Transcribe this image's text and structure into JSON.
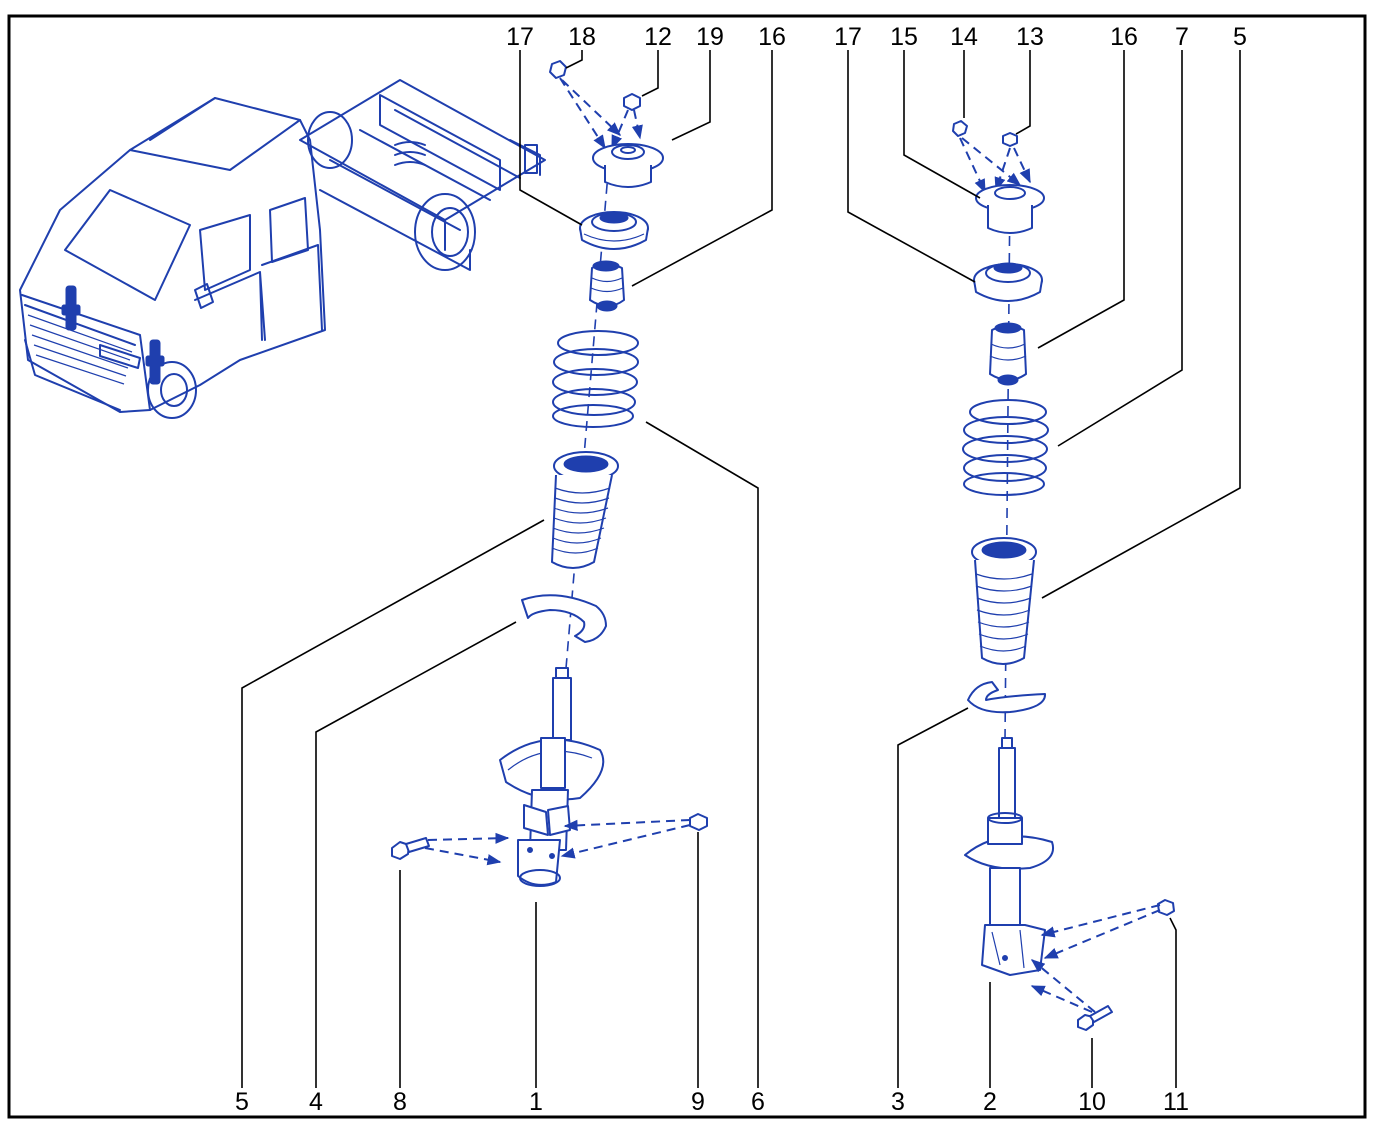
{
  "colors": {
    "drawing": "#1f3fae",
    "text": "#000000",
    "frame": "#000000",
    "background": "#ffffff"
  },
  "callouts": {
    "top": [
      "17",
      "18",
      "12",
      "19",
      "16",
      "17",
      "15",
      "14",
      "13",
      "16",
      "7",
      "5"
    ],
    "bottom": [
      "5",
      "4",
      "8",
      "1",
      "9",
      "6",
      "3",
      "2",
      "10",
      "11"
    ]
  },
  "parts": {
    "vehicle": "vehicle-icon",
    "strut_left": "strut-icon",
    "strut_right": "strut-icon",
    "springs": "coil-spring-icon",
    "bellows": "dust-bellows-icon",
    "bump_stops": "bump-stop-icon",
    "bearings": "strut-bearing-icon",
    "top_mounts": "top-mount-icon",
    "spring_seats": "spring-seat-icon",
    "fasteners": "bolt-nut-icon"
  }
}
